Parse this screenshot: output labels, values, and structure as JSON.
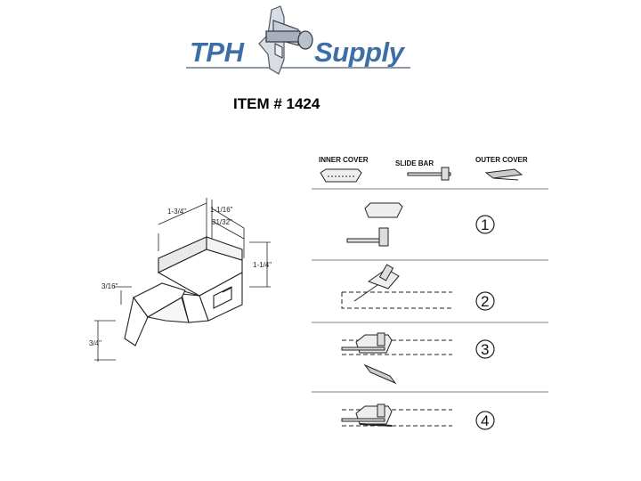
{
  "logo": {
    "left_word": "TPH",
    "right_word": "Supply",
    "icon": "latch-logo-icon",
    "color": "#3d6fa6"
  },
  "item_title": "ITEM # 1424",
  "dimensions": {
    "width_overall": "1-3/4\"",
    "width_body": "1-1/16\"",
    "width_inner": "31/32\"",
    "height": "1-1/4\"",
    "bar_thickness": "3/16\"",
    "bar_offset": "3/4\""
  },
  "parts": [
    {
      "label": "INNER COVER",
      "icon": "inner-cover-icon"
    },
    {
      "label": "SLIDE BAR",
      "icon": "slide-bar-icon"
    },
    {
      "label": "OUTER COVER",
      "icon": "outer-cover-icon"
    }
  ],
  "steps": [
    {
      "number": "1"
    },
    {
      "number": "2"
    },
    {
      "number": "3"
    },
    {
      "number": "4"
    }
  ]
}
